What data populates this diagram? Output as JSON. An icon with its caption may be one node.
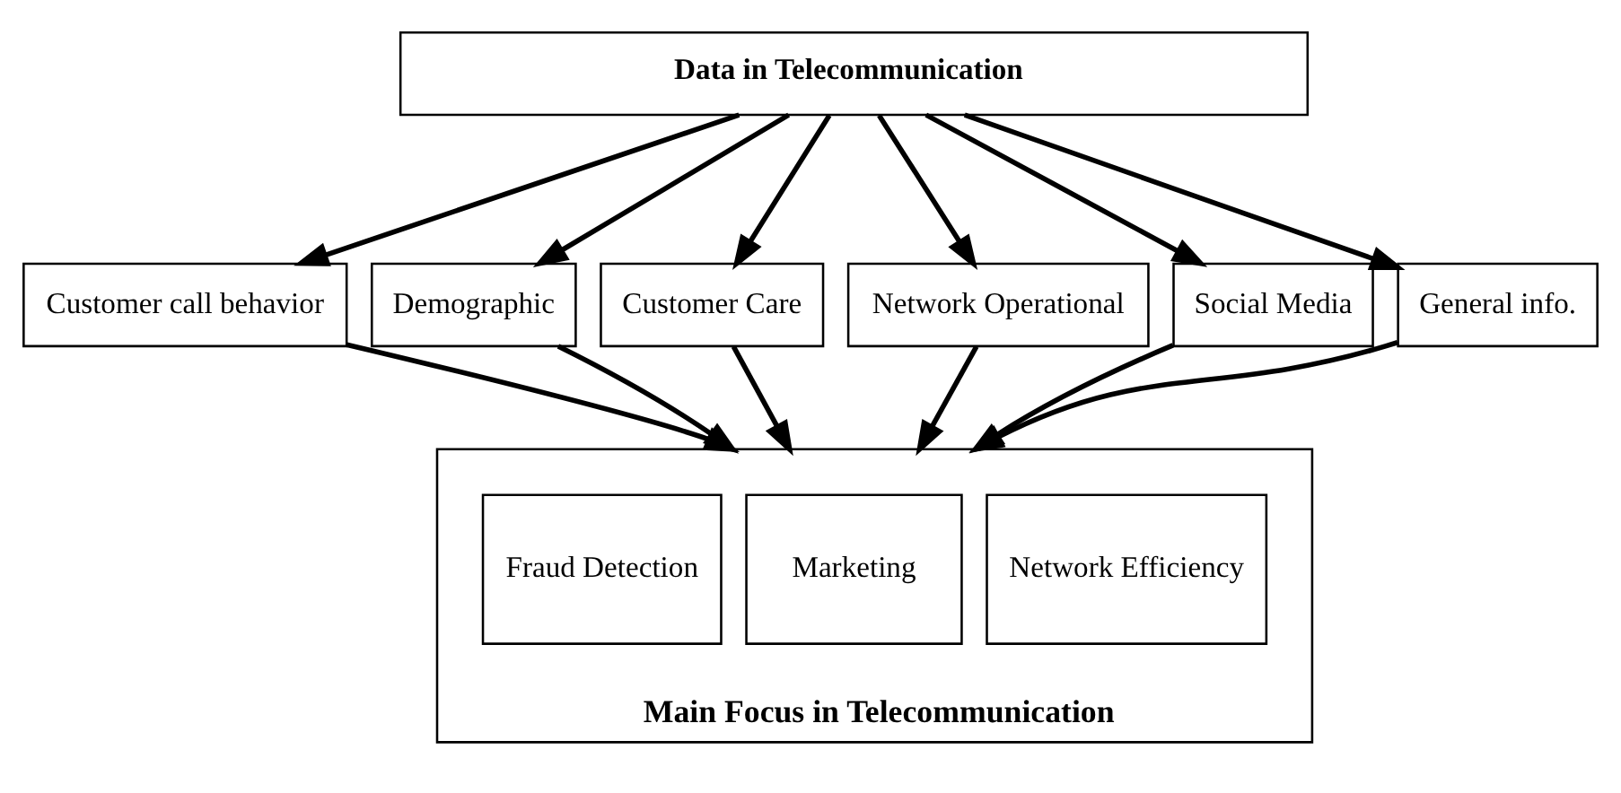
{
  "diagram": {
    "nodes": [
      {
        "text": [
          "Data in Telecommunication"
        ]
      },
      {
        "text": [
          "Customer call behavior"
        ]
      },
      {
        "text": [
          "Demographic"
        ]
      },
      {
        "text": [
          "Customer Care"
        ]
      },
      {
        "text": [
          "Network Operational"
        ]
      },
      {
        "text": [
          "Social Media"
        ]
      },
      {
        "text": [
          "General info."
        ]
      },
      {
        "text": [
          "Main Focus in Telecommunication"
        ]
      },
      {
        "text": [
          "Network Efficiency"
        ],
        "in": 7
      },
      {
        "text": [
          "Marketing"
        ],
        "in": 7
      },
      {
        "text": [
          "Fraud Detection"
        ],
        "in": 7
      }
    ],
    "edges": [
      {
        "from": 0,
        "to": 1,
        "arrow": "to"
      },
      {
        "from": 0,
        "to": 2,
        "arrow": "to"
      },
      {
        "from": 0,
        "to": 3,
        "arrow": "to"
      },
      {
        "from": 0,
        "to": 4,
        "arrow": "to"
      },
      {
        "from": 0,
        "to": 5,
        "arrow": "to"
      },
      {
        "from": 0,
        "to": 6,
        "arrow": "to"
      },
      {
        "from": 1,
        "to": 7,
        "arrow": "to"
      },
      {
        "from": 2,
        "to": 7,
        "arrow": "to"
      },
      {
        "from": 3,
        "to": 7,
        "arrow": "to"
      },
      {
        "from": 4,
        "to": 7,
        "arrow": "to"
      },
      {
        "from": 5,
        "to": 7,
        "arrow": "to"
      },
      {
        "from": 6,
        "to": 7,
        "arrow": "to"
      }
    ]
  }
}
